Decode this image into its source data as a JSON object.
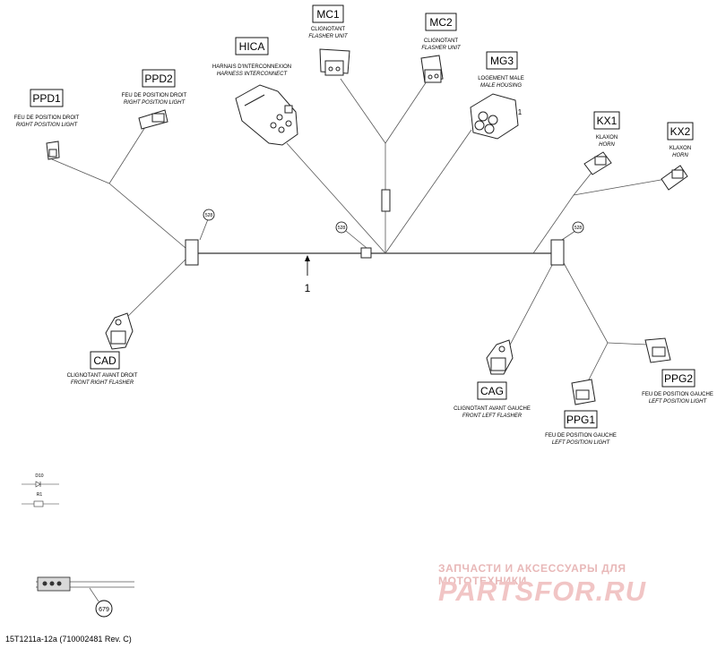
{
  "connectors": [
    {
      "code": "PPD1",
      "fr": "FEU DE POSITION DROIT",
      "en": "RIGHT POSITION LIGHT"
    },
    {
      "code": "PPD2",
      "fr": "FEU DE POSITION DROIT",
      "en": "RIGHT POSITION LIGHT"
    },
    {
      "code": "HICA",
      "fr": "HARNAIS D'INTERCONNEXION",
      "en": "HARNESS INTERCONNECT"
    },
    {
      "code": "MC1",
      "fr": "CLIGNOTANT",
      "en": "FLASHER UNIT"
    },
    {
      "code": "MC2",
      "fr": "CLIGNOTANT",
      "en": "FLASHER UNIT"
    },
    {
      "code": "MG3",
      "fr": "LOGEMENT MALE",
      "en": "MALE HOUSING"
    },
    {
      "code": "KX1",
      "fr": "KLAXON",
      "en": "HORN"
    },
    {
      "code": "KX2",
      "fr": "KLAXON",
      "en": "HORN"
    },
    {
      "code": "CAD",
      "fr": "CLIGNOTANT AVANT DROIT",
      "en": "FRONT RIGHT FLASHER"
    },
    {
      "code": "CAG",
      "fr": "CLIGNOTANT AVANT GAUCHE",
      "en": "FRONT LEFT FLASHER"
    },
    {
      "code": "PPG1",
      "fr": "FEU DE POSITION GAUCHE",
      "en": "LEFT POSITION LIGHT"
    },
    {
      "code": "PPG2",
      "fr": "FEU DE POSITION GAUCHE",
      "en": "LEFT POSITION LIGHT"
    }
  ],
  "callouts": [
    "528",
    "528",
    "528",
    "679"
  ],
  "part_number": "1",
  "housing_pin_label": "1",
  "legend": {
    "diode": "D10",
    "resistor": "R1"
  },
  "footer": "15T1211a-12a (710002481 Rev. C)",
  "watermark": {
    "line1": "ЗАПЧАСТИ И АКСЕССУАРЫ ДЛЯ МОТОТЕХНИКИ",
    "logo": "PARTSFOR.RU"
  }
}
